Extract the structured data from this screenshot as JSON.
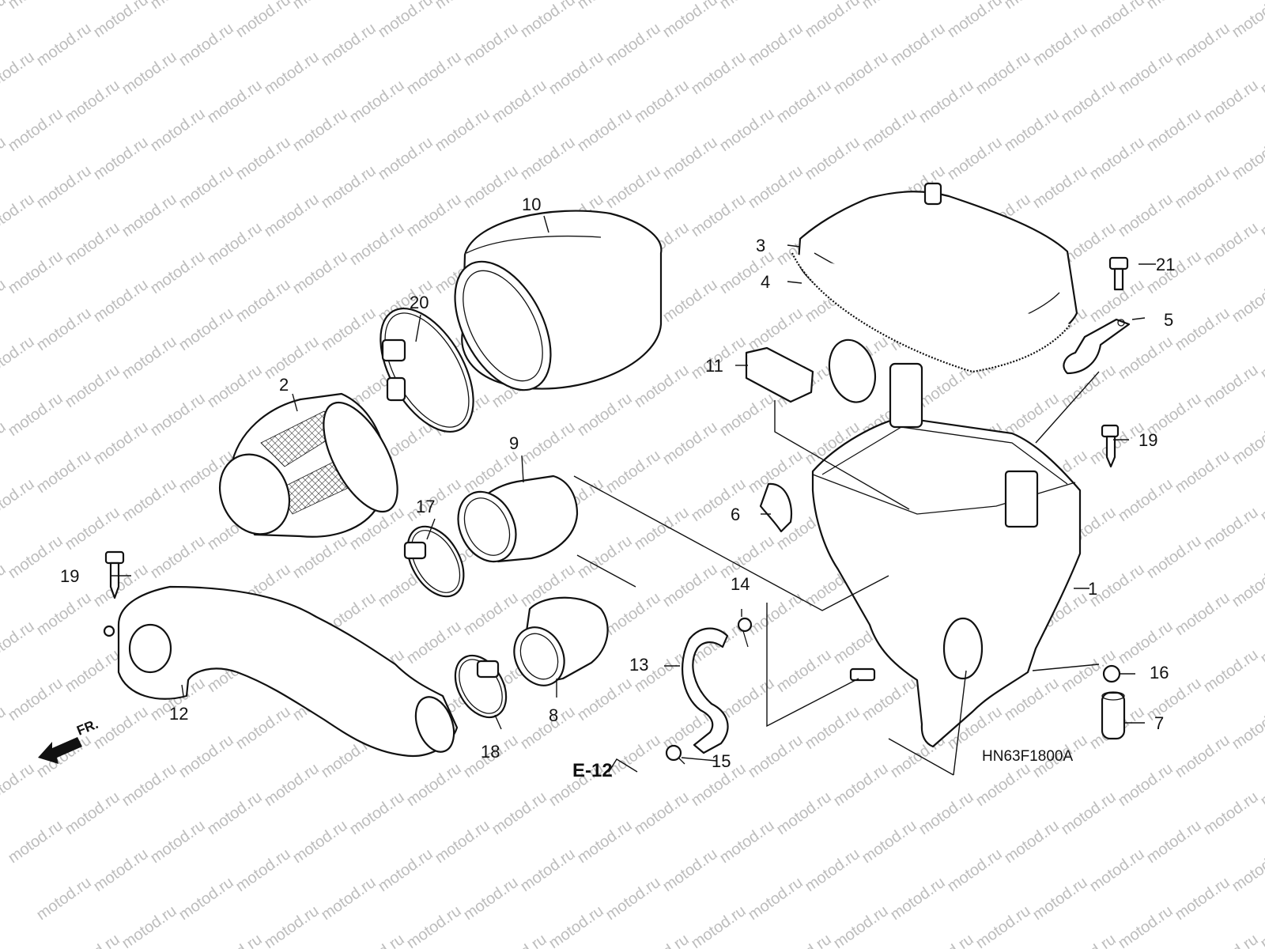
{
  "diagram": {
    "watermark": "motod.ru",
    "reference_code": "HN63F1800A",
    "cross_reference": "E-12",
    "direction_label": "FR.",
    "part_labels": [
      "1",
      "2",
      "3",
      "4",
      "5",
      "6",
      "7",
      "8",
      "9",
      "10",
      "11",
      "12",
      "13",
      "14",
      "15",
      "16",
      "17",
      "18",
      "19",
      "19",
      "20",
      "21"
    ]
  }
}
